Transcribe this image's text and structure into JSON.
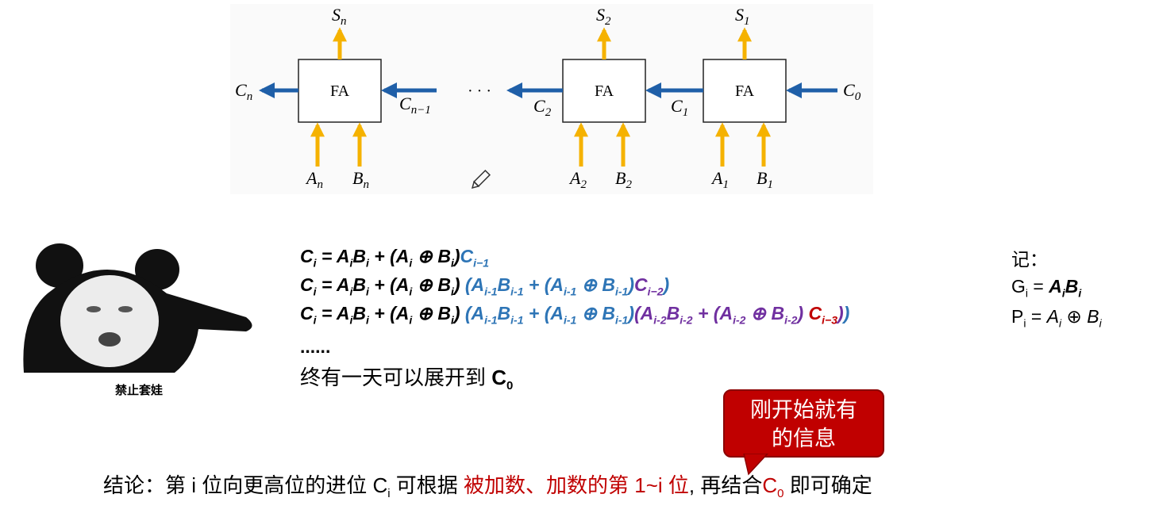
{
  "diagram": {
    "fa_label": "FA",
    "ellipsis": "· · ·",
    "carries": {
      "cn": "C",
      "cn_sub": "n",
      "cn1": "C",
      "cn1_sub": "n−1",
      "c2": "C",
      "c2_sub": "2",
      "c1": "C",
      "c1_sub": "1",
      "c0": "C",
      "c0_sub": "0"
    },
    "sums": {
      "sn": "S",
      "sn_sub": "n",
      "s2": "S",
      "s2_sub": "2",
      "s1": "S",
      "s1_sub": "1"
    },
    "inputs": {
      "an": "A",
      "an_sub": "n",
      "bn": "B",
      "bn_sub": "n",
      "a2": "A",
      "a2_sub": "2",
      "b2": "B",
      "b2_sub": "2",
      "a1": "A",
      "a1_sub": "1",
      "b1": "B",
      "b1_sub": "1"
    }
  },
  "meme": {
    "caption": "禁止套娃"
  },
  "formulas": {
    "dots": "......",
    "expand_text": "终有一天可以展开到 ",
    "expand_c0": "C",
    "expand_c0_sub": "0"
  },
  "notes": {
    "title": "记："
  },
  "callout": {
    "line1": "刚开始就有",
    "line2": "的信息"
  },
  "conclusion": {
    "part1": "结论：第 i 位向更高位的进位 C",
    "ci_sub": "i",
    "part2": " 可根据 ",
    "highlight": "被加数、加数的第 1~i 位",
    "part3": ", 再结合",
    "c0": "C",
    "c0_sub": "0",
    "part4": " 即可确定"
  },
  "colors": {
    "arrow_blue": "#1f5fa8",
    "arrow_orange": "#f5b200",
    "red": "#c00000",
    "blue": "#2e75b6",
    "purple": "#7030a0"
  }
}
